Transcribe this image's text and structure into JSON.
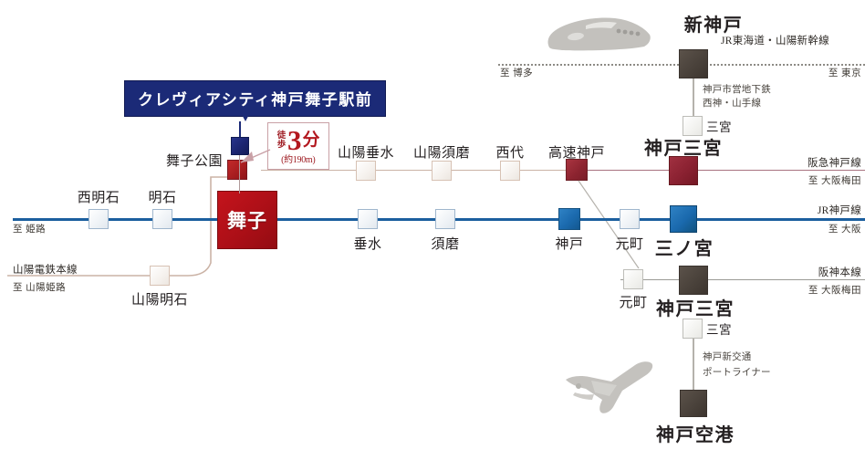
{
  "property": {
    "banner_label": "クレヴィアシティ神戸舞子駅前",
    "marker_name": "property-marker",
    "walk": {
      "prefix": "徒歩",
      "minutes": "3",
      "unit": "分",
      "distance": "(約190m)"
    }
  },
  "highlight_station": {
    "name": "舞子"
  },
  "lines": [
    {
      "id": "sanyo",
      "name": "山陽電鉄本線",
      "direction_left": "至 山陽姫路",
      "color": "#cbb3a6"
    },
    {
      "id": "jr-kobe",
      "name": "JR神戸線",
      "direction_left": "至 姫路",
      "direction_right": "至 大阪",
      "color": "#1b5f9e"
    },
    {
      "id": "hankyu",
      "name": "阪急神戸線",
      "direction_right": "至 大阪梅田",
      "color": "#a8737f"
    },
    {
      "id": "hanshin",
      "name": "阪神本線",
      "direction_right": "至 大阪梅田",
      "color": "#9b9b96"
    },
    {
      "id": "shinkansen",
      "name": "JR東海道・山陽新幹線",
      "direction_left": "至 博多",
      "direction_right": "至 東京",
      "color": "#8d8b85"
    },
    {
      "id": "subway",
      "name": "神戸市営地下鉄",
      "name2": "西神・山手線",
      "color": "#b5b2ac"
    },
    {
      "id": "portliner",
      "name": "神戸新交通",
      "name2": "ポートライナー",
      "color": "#b5b2ac"
    }
  ],
  "stations": {
    "jr_kobe": [
      {
        "name": "西明石"
      },
      {
        "name": "明石"
      },
      {
        "name": "舞子"
      },
      {
        "name": "垂水"
      },
      {
        "name": "須磨"
      },
      {
        "name": "神戸"
      },
      {
        "name": "元町"
      },
      {
        "name": "三ノ宮"
      }
    ],
    "sanyo": [
      {
        "name": "山陽明石"
      },
      {
        "name": "舞子公園"
      },
      {
        "name": "山陽垂水"
      },
      {
        "name": "山陽須磨"
      },
      {
        "name": "西代"
      },
      {
        "name": "高速神戸"
      }
    ],
    "hankyu": [
      {
        "name": "神戸三宮"
      }
    ],
    "hanshin": [
      {
        "name": "元町"
      },
      {
        "name": "神戸三宮"
      }
    ],
    "shinkansen": [
      {
        "name": "新神戸"
      }
    ],
    "subway": [
      {
        "name": "三宮"
      }
    ],
    "portliner": [
      {
        "name": "三宮"
      },
      {
        "name": "神戸空港"
      }
    ]
  },
  "illustrations": [
    {
      "name": "shinkansen-train-icon"
    },
    {
      "name": "airplane-icon"
    }
  ]
}
